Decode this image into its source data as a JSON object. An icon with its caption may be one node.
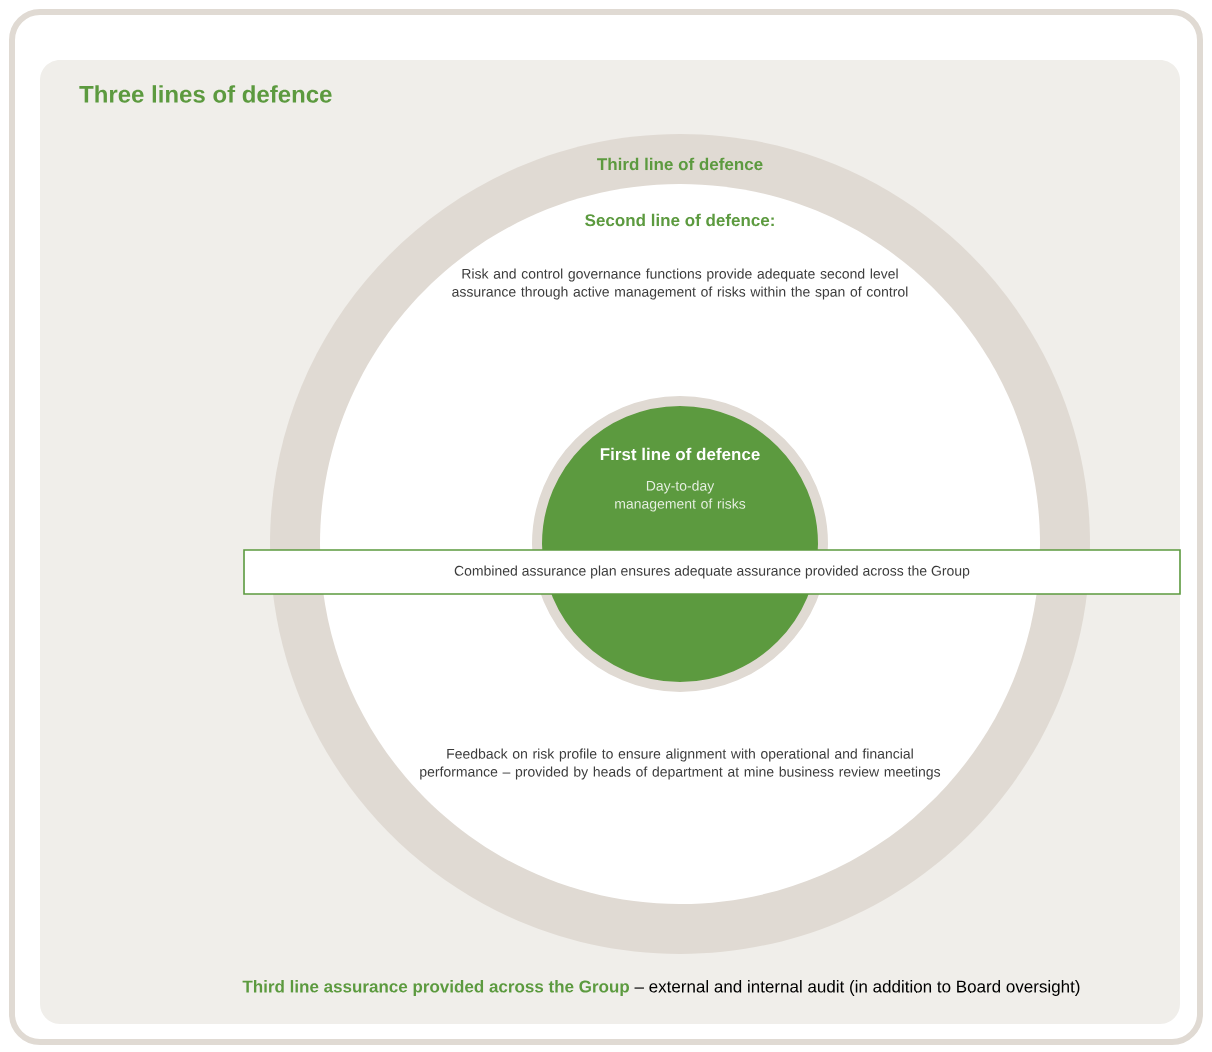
{
  "diagram": {
    "title": "Three lines of defence",
    "nodes": [
      {
        "text": [
          "Third line of defence",
          "Third line assurance provided across the Group",
          "– external and internal audit (in addition to Board oversight)"
        ]
      },
      {
        "text": [
          "Second line of defence:",
          "Risk and control governance functions provide adequate second level assurance through active management of risks within the span of control",
          "Feedback on risk profile to ensure alignment with operational and financial performance – provided by heads of department at mine business review meetings"
        ],
        "in": 0
      },
      {
        "text": [
          "First line of defence",
          "Day-to-day management of risks"
        ],
        "in": 1
      },
      {
        "text": [
          "Combined assurance plan ensures adequate assurance provided across the Group"
        ]
      }
    ]
  }
}
